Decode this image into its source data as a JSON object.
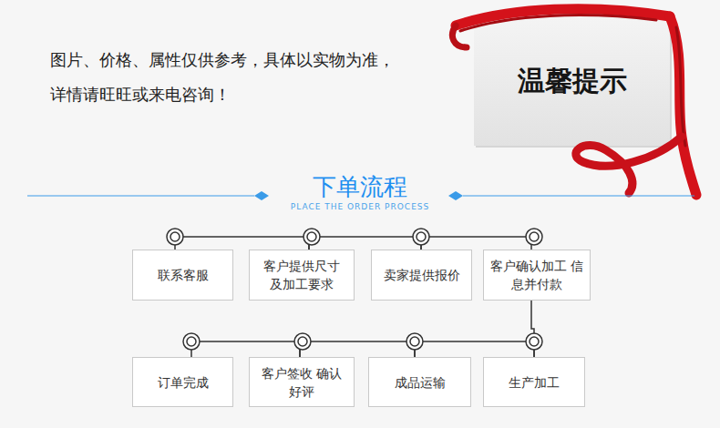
{
  "diagram": {
    "title": "下单流程",
    "nodes": [
      {
        "text": [
          "温馨提示"
        ]
      },
      {
        "text": [
          "联系客服"
        ]
      },
      {
        "text": [
          "客户提供尺寸 及加工要求"
        ]
      },
      {
        "text": [
          "卖家提供报价"
        ]
      },
      {
        "text": [
          "客户确认加工 信息并付款"
        ]
      },
      {
        "text": [
          "订单完成"
        ]
      },
      {
        "text": [
          "客户签收 确认好评"
        ]
      },
      {
        "text": [
          "成品运输"
        ]
      },
      {
        "text": [
          "生产加工"
        ]
      }
    ],
    "edges": [
      {
        "from": 1,
        "to": 2,
        "arrow": "none"
      },
      {
        "from": 2,
        "to": 3,
        "arrow": "none"
      },
      {
        "from": 3,
        "to": 4,
        "arrow": "none"
      },
      {
        "from": 4,
        "to": 8,
        "arrow": "none"
      },
      {
        "from": 8,
        "to": 7,
        "arrow": "none"
      },
      {
        "from": 7,
        "to": 6,
        "arrow": "none"
      },
      {
        "from": 6,
        "to": 5,
        "arrow": "none"
      }
    ],
    "labels": [
      "图片、价格、属性仅供参考，具体以实物为准， 详情请旺旺或来电咨询！",
      "PLACE THE ORDER PROCESS"
    ]
  }
}
